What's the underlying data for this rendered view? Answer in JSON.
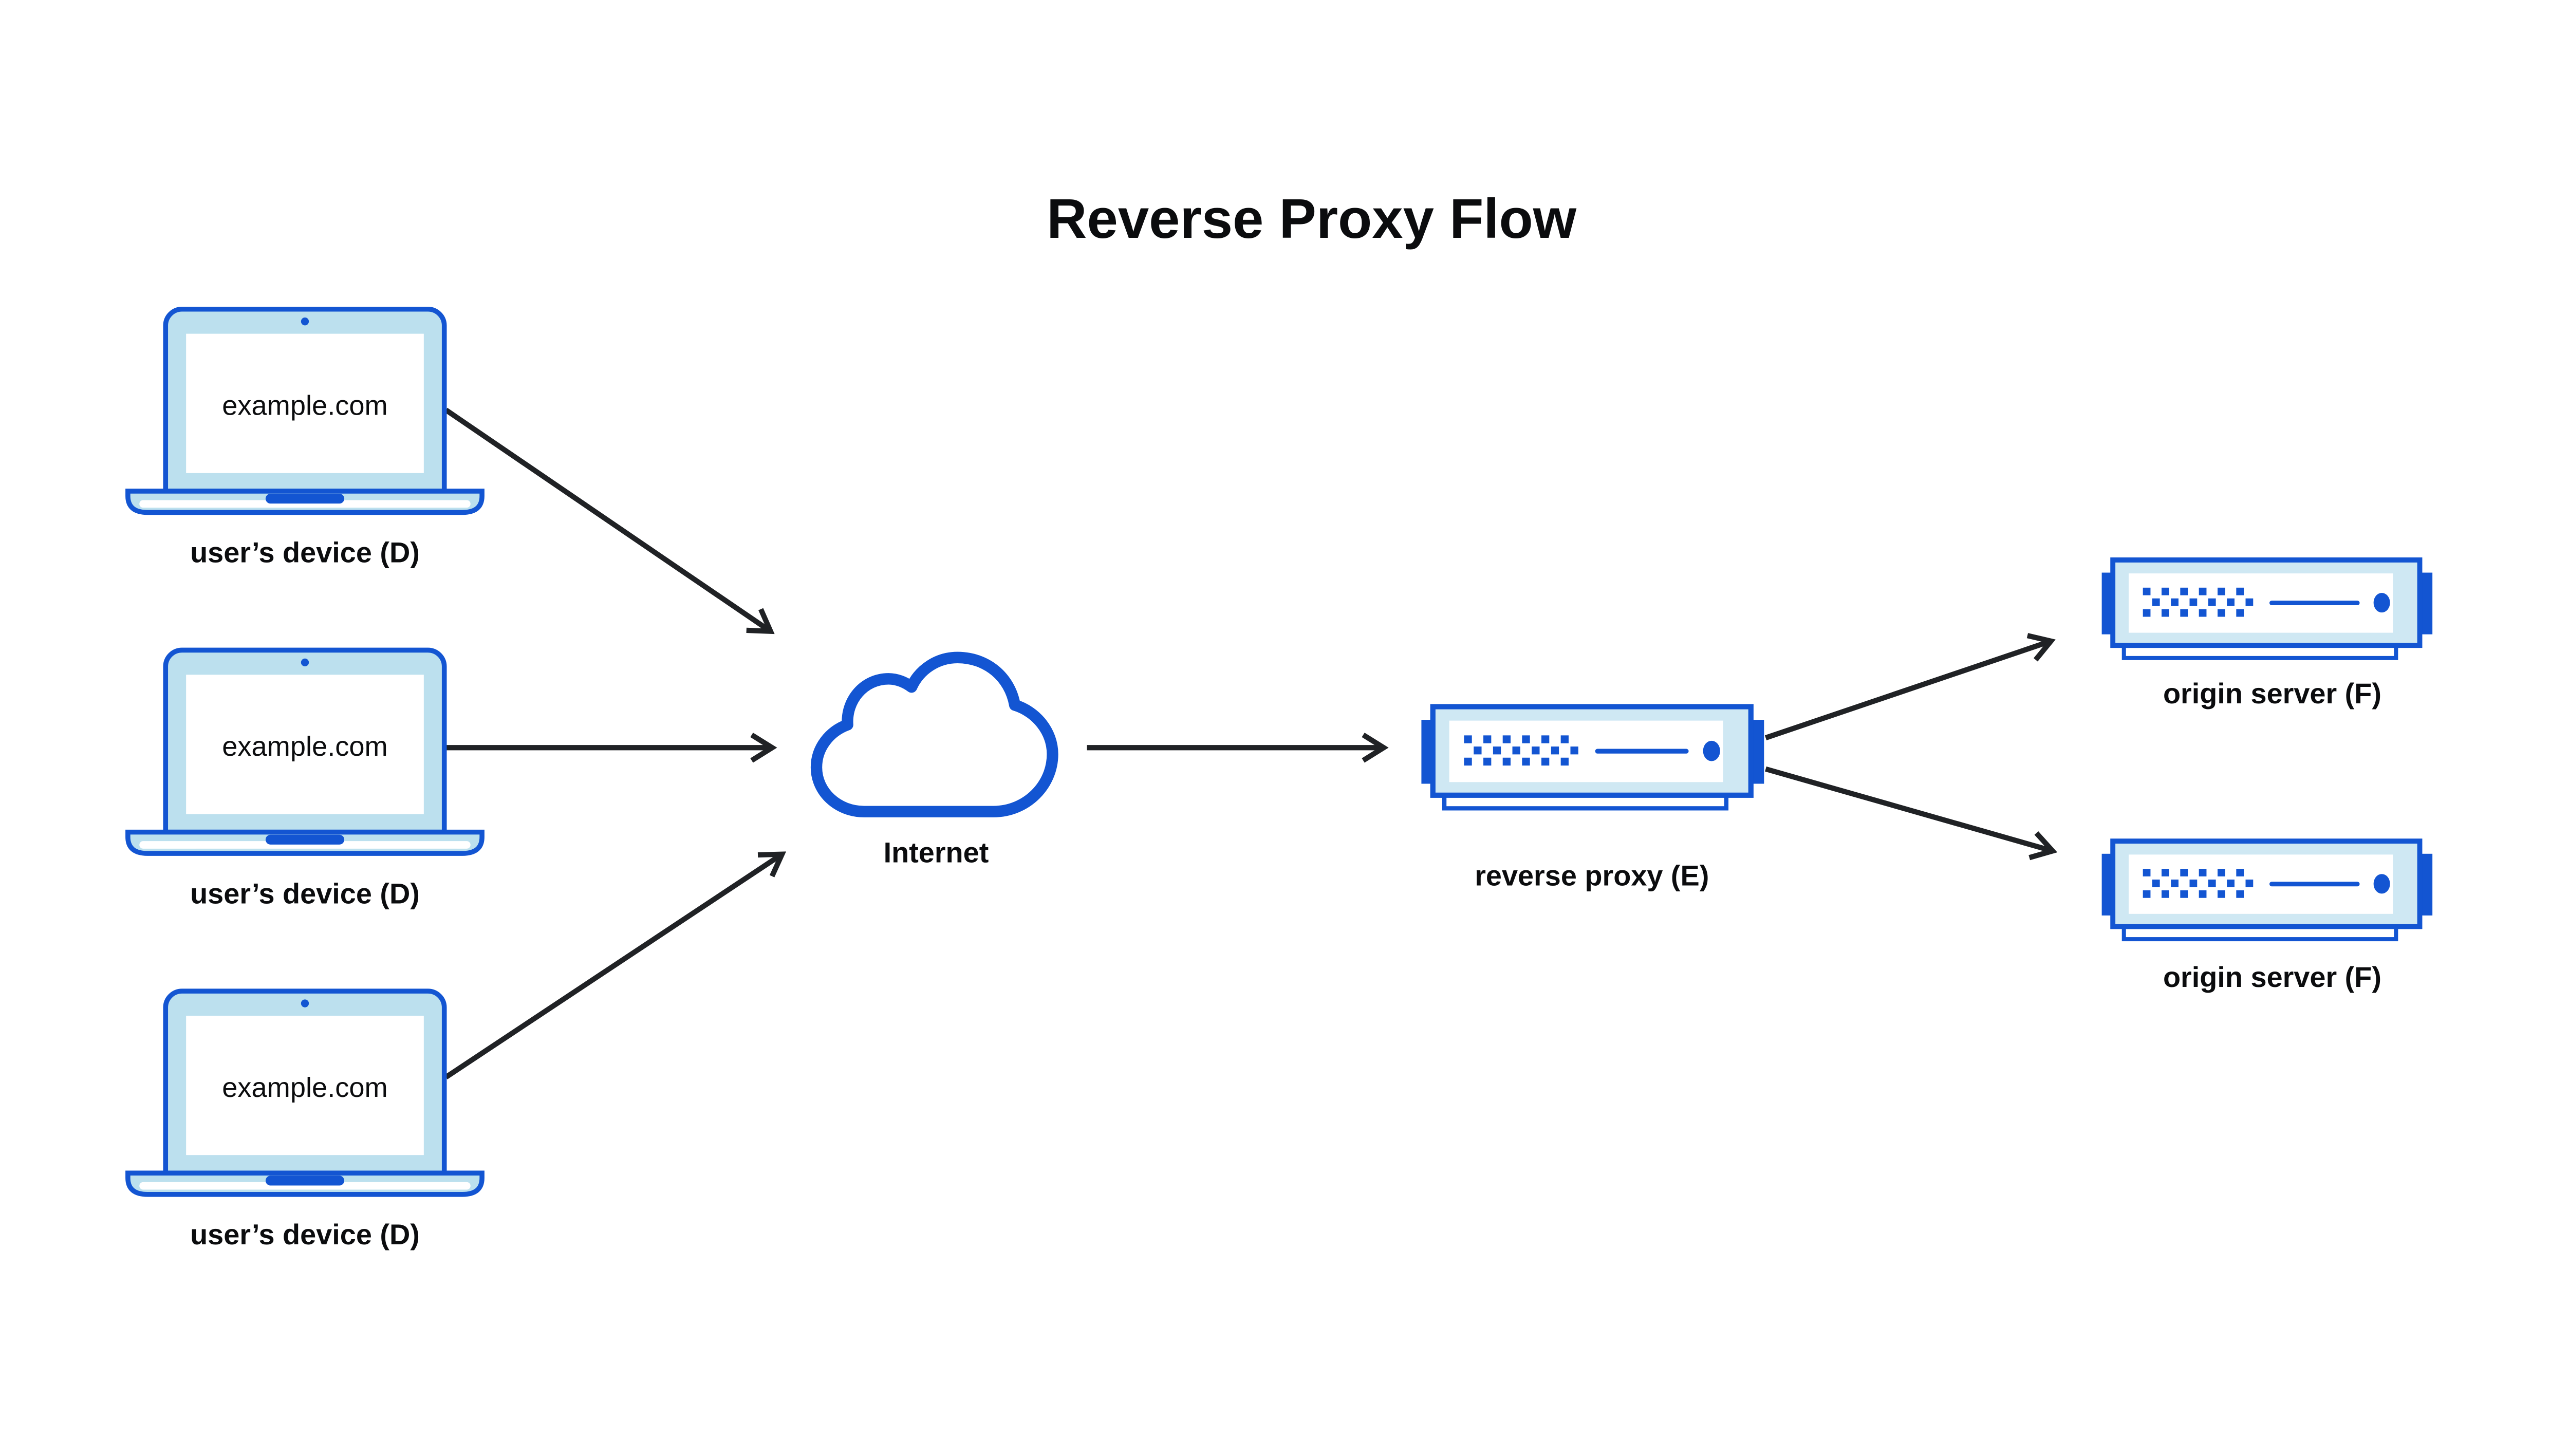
{
  "title": "Reverse Proxy Flow",
  "colors": {
    "primary_blue": "#1355D2",
    "laptop_face": "#BCE0EE",
    "server_face": "#CFE8F3",
    "arrow": "#202225",
    "ink": "#0B0C0E",
    "background": "#FFFFFF"
  },
  "nodes": {
    "devices": [
      {
        "id": "user-device-1",
        "screen_text": "example.com",
        "label": "user’s device (D)"
      },
      {
        "id": "user-device-2",
        "screen_text": "example.com",
        "label": "user’s device (D)"
      },
      {
        "id": "user-device-3",
        "screen_text": "example.com",
        "label": "user’s device (D)"
      }
    ],
    "internet": {
      "id": "internet",
      "label": "Internet"
    },
    "reverse_proxy": {
      "id": "reverse-proxy",
      "label": "reverse proxy (E)"
    },
    "origin_servers": [
      {
        "id": "origin-server-1",
        "label": "origin server (F)"
      },
      {
        "id": "origin-server-2",
        "label": "origin server (F)"
      }
    ]
  },
  "edges": [
    {
      "from": "user-device-1",
      "to": "internet"
    },
    {
      "from": "user-device-2",
      "to": "internet"
    },
    {
      "from": "user-device-3",
      "to": "internet"
    },
    {
      "from": "internet",
      "to": "reverse-proxy"
    },
    {
      "from": "reverse-proxy",
      "to": "origin-server-1"
    },
    {
      "from": "reverse-proxy",
      "to": "origin-server-2"
    }
  ]
}
